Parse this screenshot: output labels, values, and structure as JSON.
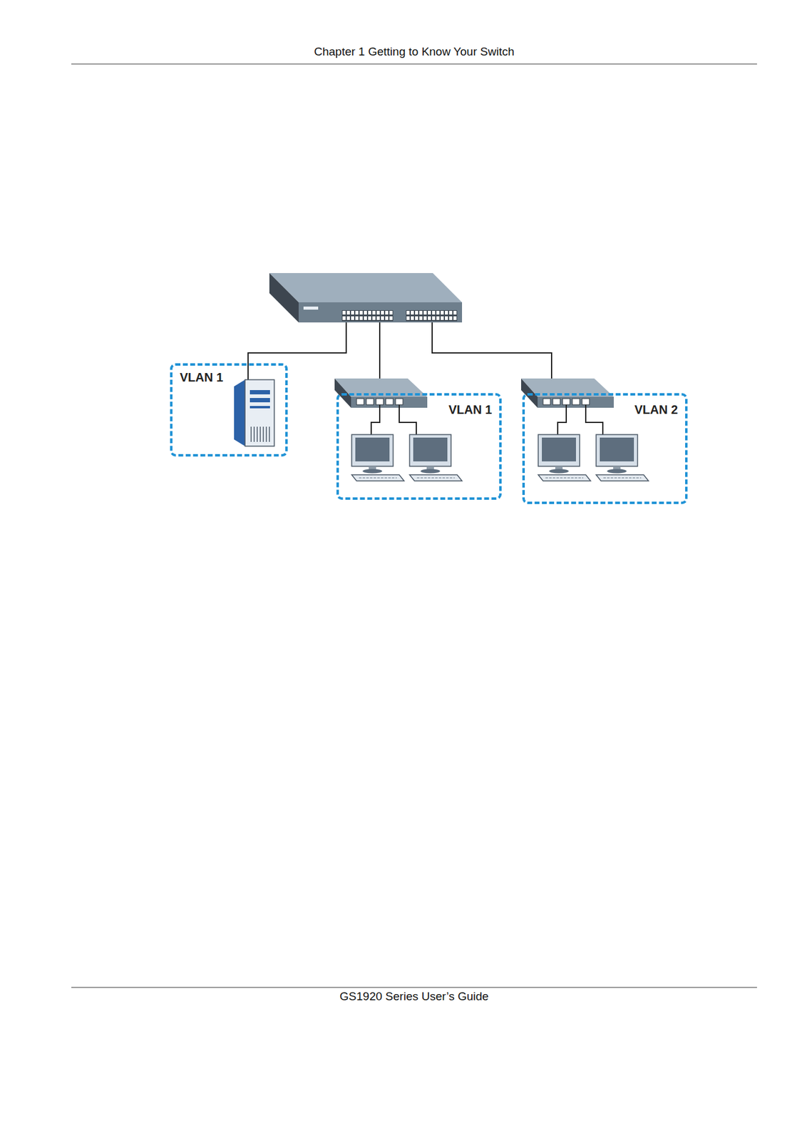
{
  "diagram": {
    "nodes": [
      {
        "text": [
          "VLAN 1"
        ]
      },
      {
        "text": [
          "VLAN 1"
        ]
      },
      {
        "text": [
          "VLAN 2"
        ]
      }
    ],
    "labels": [
      "Chapter 1 Getting to Know Your Switch",
      "GS1920 Series User’s Guide"
    ]
  }
}
